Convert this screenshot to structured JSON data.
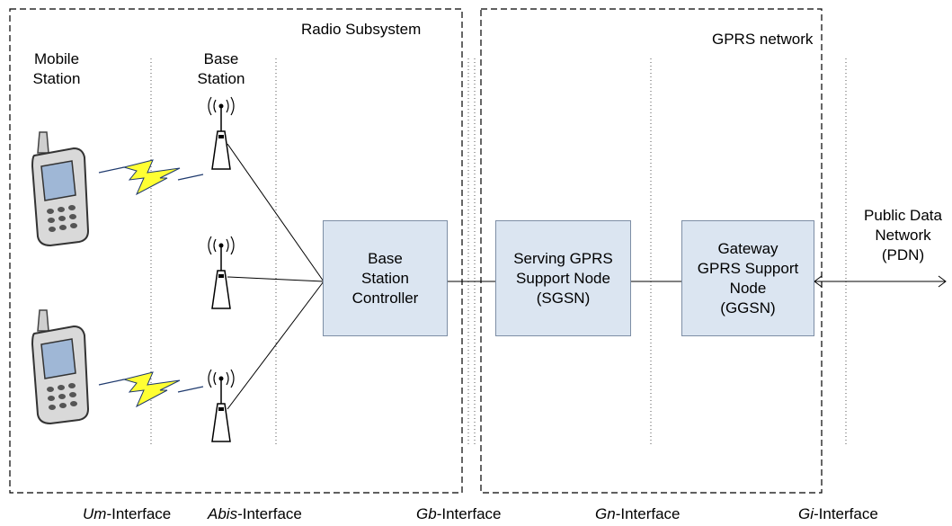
{
  "groups": {
    "radio_subsystem": "Radio Subsystem",
    "gprs_network": "GPRS network"
  },
  "labels": {
    "mobile_station": "Mobile\nStation",
    "base_station": "Base\nStation",
    "public_data_network": "Public Data\nNetwork\n(PDN)"
  },
  "nodes": {
    "bsc": "Base\nStation\nController",
    "sgsn": "Serving GPRS\nSupport Node\n(SGSN)",
    "ggsn": "Gateway\nGPRS Support\nNode\n(GGSN)"
  },
  "interfaces": {
    "um": {
      "prefix": "Um",
      "suffix": "-Interface"
    },
    "abis": {
      "prefix": "Abis",
      "suffix": "-Interface"
    },
    "gb": {
      "prefix": "Gb",
      "suffix": "-Interface"
    },
    "gn": {
      "prefix": "Gn",
      "suffix": "-Interface"
    },
    "gi": {
      "prefix": "Gi",
      "suffix": "-Interface"
    }
  },
  "colors": {
    "node_fill": "#dbe5f1",
    "node_border": "#7d8ea5",
    "lightning": "#ffff33",
    "phone_body": "#d9d9d9",
    "phone_screen": "#9fb7d6"
  }
}
